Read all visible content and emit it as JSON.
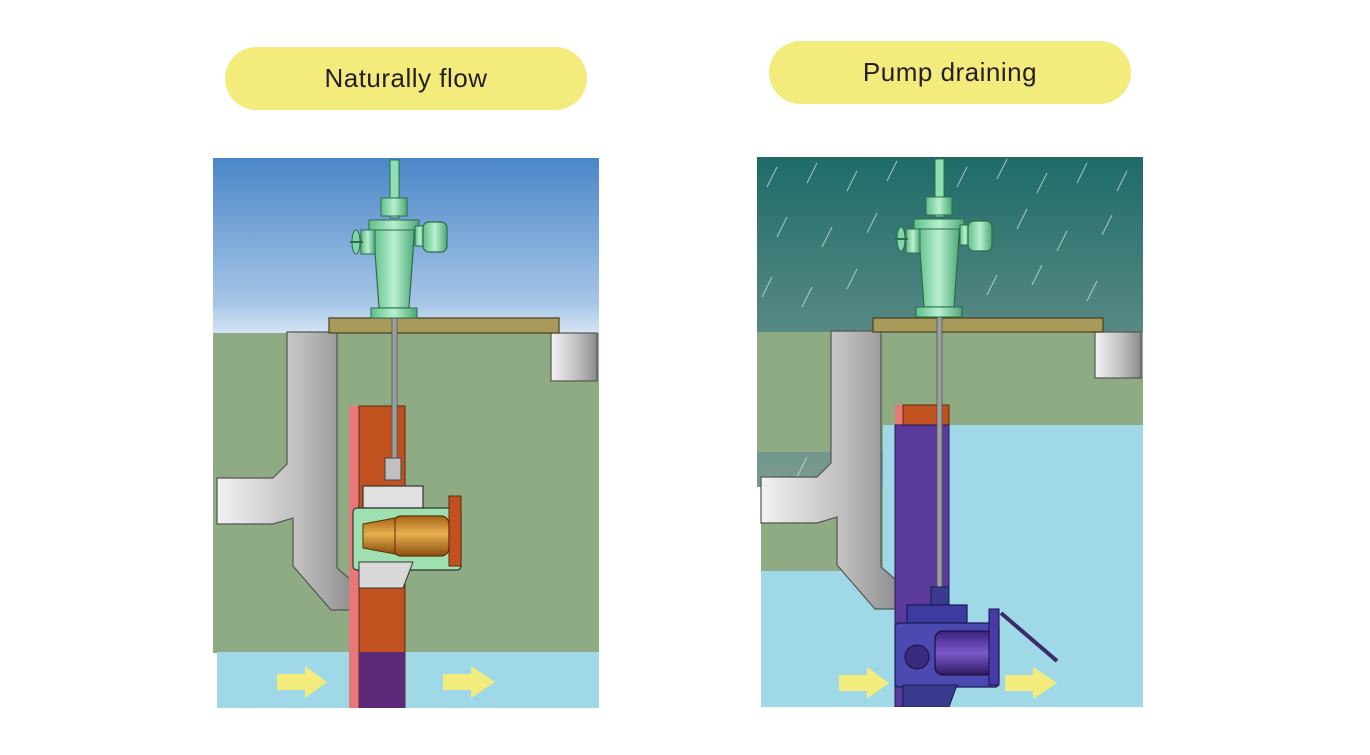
{
  "panels": [
    {
      "id": "natural",
      "label": "Naturally flow"
    },
    {
      "id": "pump",
      "label": "Pump draining"
    }
  ],
  "colors": {
    "label_bg": "#f3eb7c",
    "sky_top": "#4a86c8",
    "sky_bottom": "#ffffff",
    "storm_top": "#1e6b68",
    "storm_bottom": "#6a8e8a",
    "ground": "#8eab84",
    "water": "#9fd8e6",
    "wall": "#d0d0d0",
    "actuator": "#8fe0b0",
    "gate": "#c1521f",
    "gate_submerged": "#5a2a78",
    "pump_body": "#c98a2a",
    "pump_submerged": "#5a3aa0",
    "arrow": "#f2ec7c",
    "deck": "#a89a5a"
  },
  "icons": [
    "flow-arrow-icon",
    "rain-icon",
    "handwheel-icon",
    "motor-icon"
  ]
}
